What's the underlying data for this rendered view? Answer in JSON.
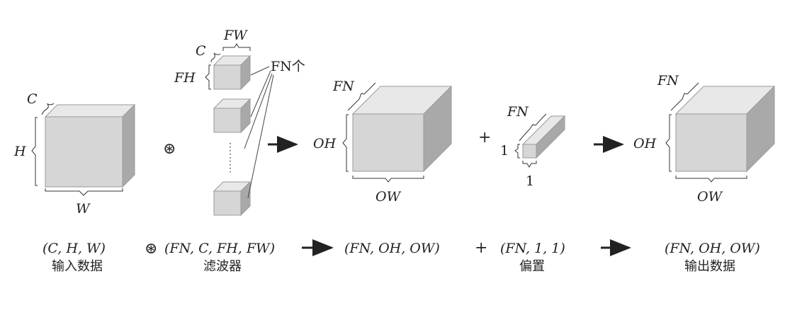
{
  "input": {
    "dim_c": "C",
    "dim_h": "H",
    "dim_w": "W",
    "shape": "(C, H, W)",
    "caption": "输入数据"
  },
  "conv_op": {
    "symbol": "⊛"
  },
  "filters": {
    "dim_fw": "FW",
    "dim_c": "C",
    "dim_fh": "FH",
    "count_label": "FN个",
    "shape": "(FN, C, FH, FW)",
    "caption": "滤波器"
  },
  "conv_output": {
    "dim_fn": "FN",
    "dim_oh": "OH",
    "dim_ow": "OW",
    "shape": "(FN, OH, OW)"
  },
  "plus": {
    "symbol": "+"
  },
  "bias": {
    "dim_fn": "FN",
    "dim_h": "1",
    "dim_w": "1",
    "shape": "(FN, 1, 1)",
    "caption": "偏置"
  },
  "final_output": {
    "dim_fn": "FN",
    "dim_oh": "OH",
    "dim_ow": "OW",
    "shape": "(FN, OH, OW)",
    "caption": "输出数据"
  },
  "colors": {
    "front_face": "#d6d6d6",
    "top_face": "#e8e8e8",
    "side_face": "#a9a9a9",
    "edge": "#9a9a9a",
    "ink": "#222222"
  }
}
